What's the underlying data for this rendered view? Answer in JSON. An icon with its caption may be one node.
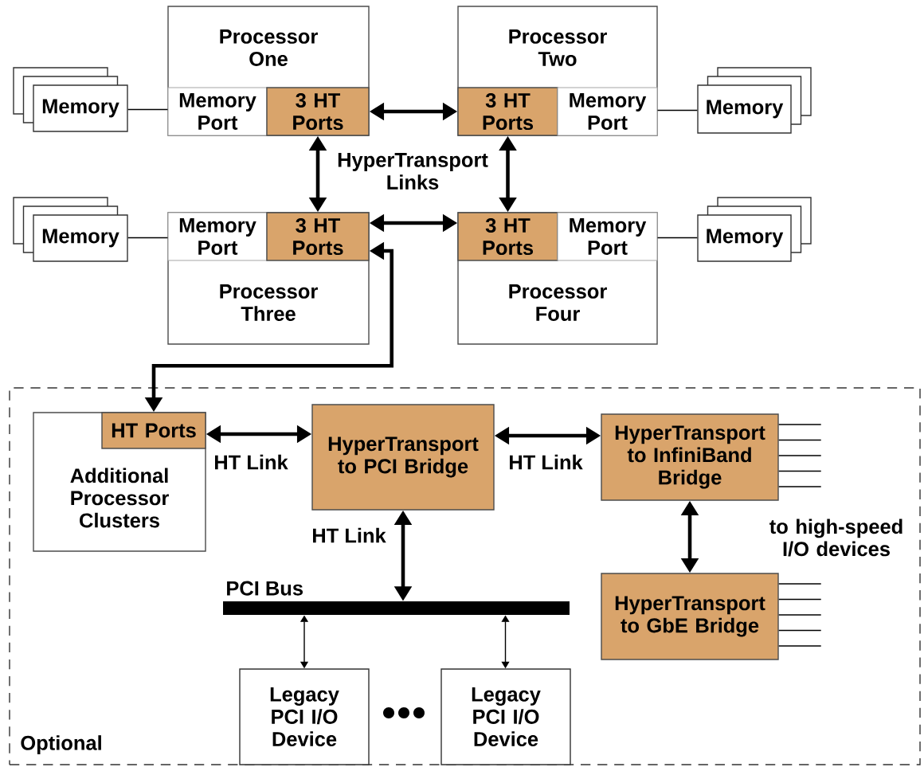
{
  "diagram": {
    "nodes": [
      {
        "text": [
          "Processor One"
        ]
      },
      {
        "text": [
          "Memory Port"
        ],
        "in": 0
      },
      {
        "text": [
          "3 HT Ports"
        ],
        "in": 0
      },
      {
        "text": [
          "Processor Two"
        ]
      },
      {
        "text": [
          "3 HT Ports"
        ],
        "in": 3
      },
      {
        "text": [
          "Memory Port"
        ],
        "in": 3
      },
      {
        "text": [
          "Memory"
        ]
      },
      {
        "text": [
          "Memory"
        ]
      },
      {
        "text": [
          "Processor Three"
        ]
      },
      {
        "text": [
          "Memory Port"
        ],
        "in": 8
      },
      {
        "text": [
          "3 HT Ports"
        ],
        "in": 8
      },
      {
        "text": [
          "Processor Four"
        ]
      },
      {
        "text": [
          "3 HT Ports"
        ],
        "in": 11
      },
      {
        "text": [
          "Memory Port"
        ],
        "in": 11
      },
      {
        "text": [
          "Memory"
        ]
      },
      {
        "text": [
          "Memory"
        ]
      },
      {
        "text": [
          "Optional"
        ]
      },
      {
        "text": [
          "Additional Processor Clusters"
        ],
        "in": 16
      },
      {
        "text": [
          "HT Ports"
        ],
        "in": 17
      },
      {
        "text": [
          "HyperTransport to PCI Bridge"
        ],
        "in": 16
      },
      {
        "text": [
          "HyperTransport to InfiniBand Bridge"
        ],
        "in": 16
      },
      {
        "text": [
          "HyperTransport to GbE Bridge"
        ],
        "in": 16
      },
      {
        "text": [
          "PCI Bus"
        ],
        "in": 16
      },
      {
        "text": [
          "Legacy PCI I/O Device"
        ],
        "in": 16
      },
      {
        "text": [
          "Legacy PCI I/O Device"
        ],
        "in": 16
      }
    ],
    "edges": [
      {
        "from": 6,
        "to": 1,
        "arrow": "none"
      },
      {
        "from": 2,
        "to": 4,
        "arrow": "both",
        "style": "thick"
      },
      {
        "from": 5,
        "to": 7,
        "arrow": "none"
      },
      {
        "from": 2,
        "to": 10,
        "arrow": "both",
        "style": "thick"
      },
      {
        "from": 4,
        "to": 12,
        "arrow": "both",
        "style": "thick"
      },
      {
        "from": 14,
        "to": 9,
        "arrow": "none"
      },
      {
        "from": 10,
        "to": 12,
        "arrow": "both",
        "style": "thick"
      },
      {
        "from": 13,
        "to": 15,
        "arrow": "none"
      },
      {
        "from": 10,
        "to": 18,
        "arrow": "both",
        "style": "thick"
      },
      {
        "from": 18,
        "to": 19,
        "arrow": "both",
        "style": "thick",
        "label": "HT Link"
      },
      {
        "from": 19,
        "to": 20,
        "arrow": "both",
        "style": "thick",
        "label": "HT Link"
      },
      {
        "from": 19,
        "to": 22,
        "arrow": "both",
        "style": "thick",
        "label": "HT Link"
      },
      {
        "from": 20,
        "to": 21,
        "arrow": "both",
        "style": "thick"
      },
      {
        "from": 22,
        "to": 23,
        "arrow": "both"
      },
      {
        "from": 22,
        "to": 24,
        "arrow": "both"
      },
      {
        "from": 20,
        "to": null,
        "arrow": "none"
      },
      {
        "from": 20,
        "to": null,
        "arrow": "none"
      },
      {
        "from": 20,
        "to": null,
        "arrow": "none"
      },
      {
        "from": 20,
        "to": null,
        "arrow": "none"
      },
      {
        "from": 20,
        "to": null,
        "arrow": "none"
      },
      {
        "from": 21,
        "to": null,
        "arrow": "none"
      },
      {
        "from": 21,
        "to": null,
        "arrow": "none"
      },
      {
        "from": 21,
        "to": null,
        "arrow": "none"
      },
      {
        "from": 21,
        "to": null,
        "arrow": "none"
      },
      {
        "from": 21,
        "to": null,
        "arrow": "none"
      }
    ],
    "labels": [
      "HyperTransport Links",
      "to high-speed I/O devices"
    ]
  }
}
